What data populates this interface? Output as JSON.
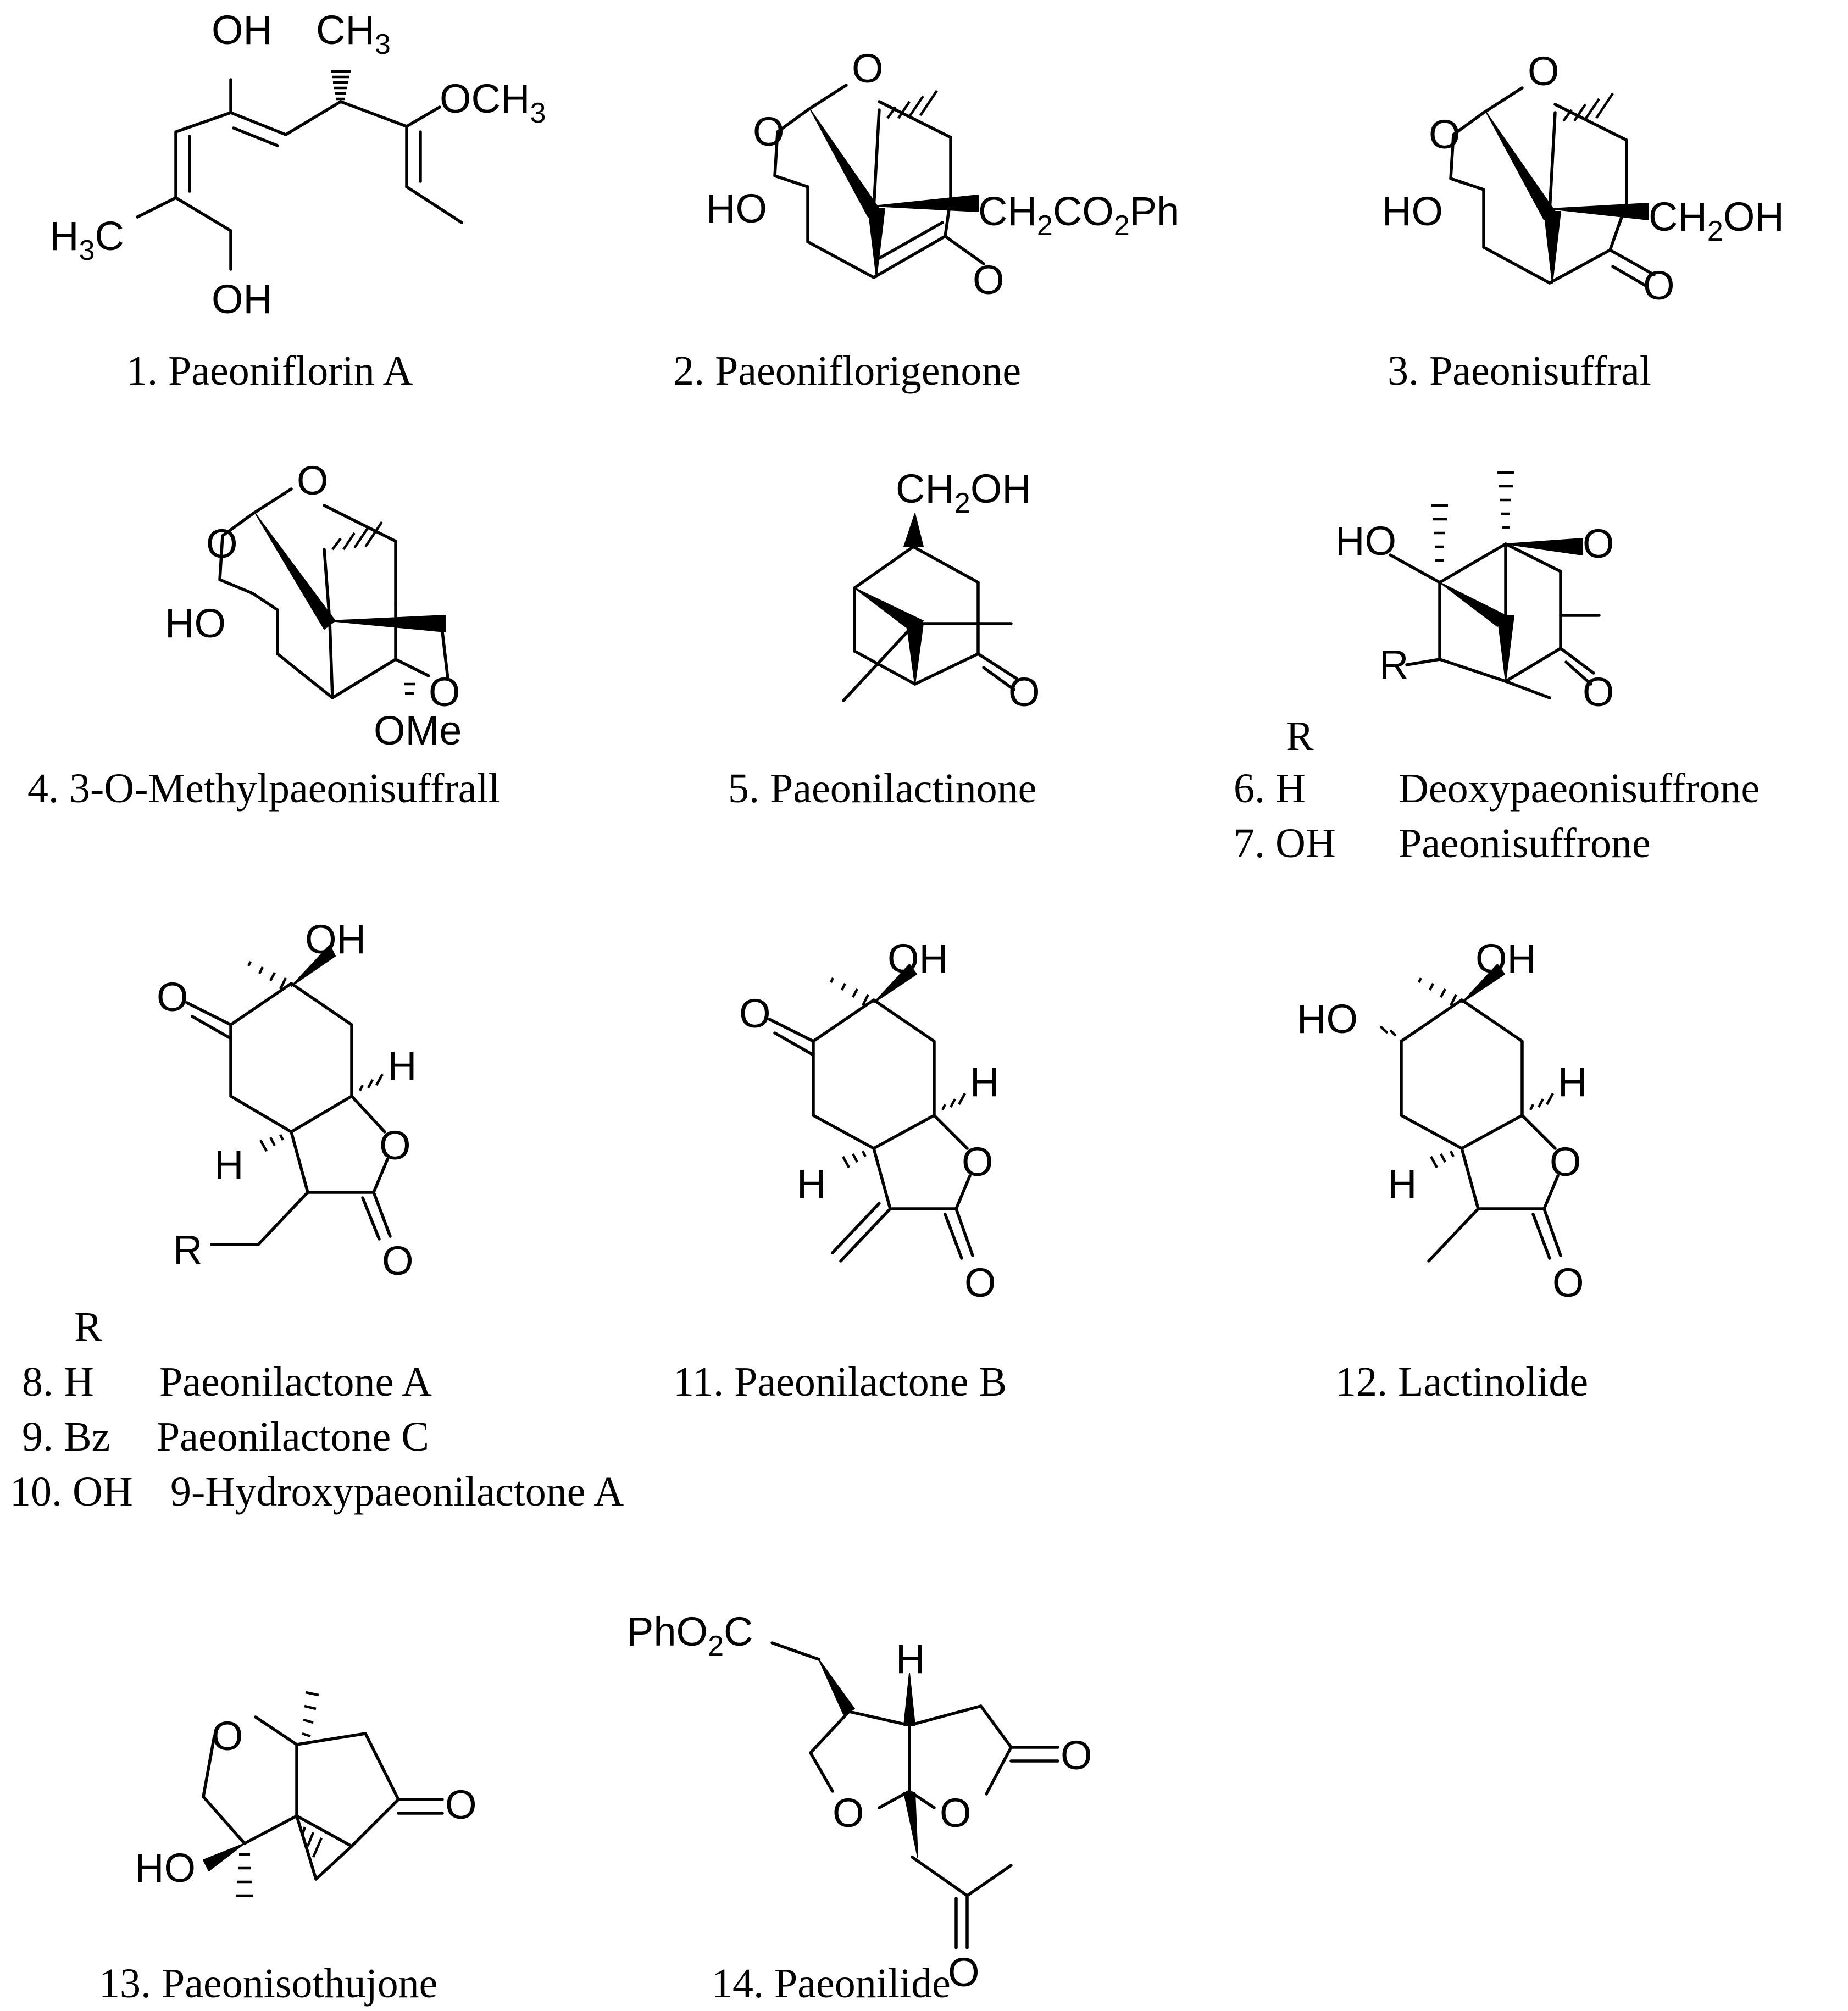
{
  "labels": {
    "OH": "OH",
    "O": "O",
    "H": "H",
    "HO": "HO",
    "R": "R",
    "CH3": "CH",
    "H3C": "H",
    "OMe": "OMe",
    "OCH3": "OCH",
    "sub3": "3",
    "sub2": "2",
    "C": "C",
    "CH2": "CH",
    "CO2Ph_CO": "CO",
    "CO2Ph_Ph": "Ph",
    "Ph": "Ph",
    "Me_PhO": "PhO"
  },
  "captions": {
    "c1": "1. Paeoniflorin A",
    "c2": "2. Paeoniflorigenone",
    "c3": "3. Paeonisuffral",
    "c4": "4. 3-O-Methylpaeonisuffrall",
    "c5": "5. Paeonilactinone",
    "c6_7_header": "R",
    "c6_sub": "6. H",
    "c6_name": "Deoxypaeonisuffrone",
    "c7_sub": "7. OH",
    "c7_name": "Paeonisuffrone",
    "c8_10_header": "R",
    "c8_sub": "8. H",
    "c8_name": "Paeonilactone A",
    "c9_sub": "9. Bz",
    "c9_name": "Paeonilactone C",
    "c10_sub": "10. OH",
    "c10_name": "9-Hydroxypaeonilactone A",
    "c11": "11. Paeonilactone B",
    "c12": "12. Lactinolide",
    "c13": "13. Paeonisothujone",
    "c14": "14. Paeonilide"
  }
}
